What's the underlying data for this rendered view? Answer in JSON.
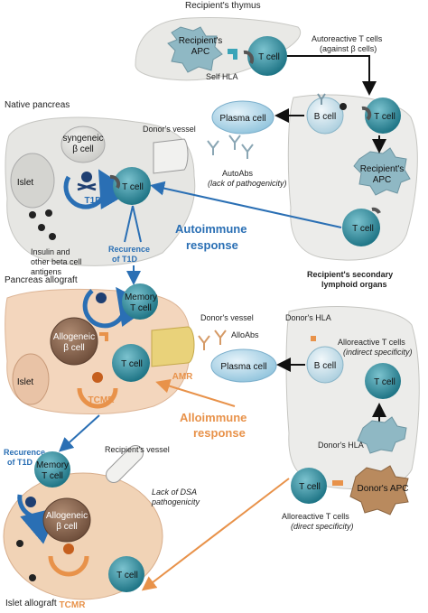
{
  "thymus": {
    "title": "Recipient's thymus",
    "apc_line1": "Recipient's",
    "apc_line2": "APC",
    "self_hla": "Self HLA",
    "t_cell": "T cell",
    "autoreactive_line1": "Autoreactive T cells",
    "autoreactive_line2": "(against β cells)"
  },
  "native_pancreas": {
    "title": "Native pancreas",
    "syngeneic_line1": "syngeneic",
    "syngeneic_line2": "β cell",
    "islet": "Islet",
    "t1d": "T1D",
    "t_cell": "T cell",
    "donor_vessel": "Donor's vessel",
    "antigens_line1": "Insulin and",
    "antigens_line2": "other beta cell",
    "antigens_line3": "antigens"
  },
  "auto_lymphoid": {
    "plasma_cell": "Plasma cell",
    "b_cell": "B cell",
    "t_cell_top": "T cell",
    "recipient_apc_line1": "Recipient's",
    "recipient_apc_line2": "APC",
    "t_cell_bottom": "T cell",
    "autoabs": "AutoAbs",
    "autoabs_note": "(lack of pathogenicity)"
  },
  "autoimmune": {
    "line1": "Autoimmune",
    "line2": "response",
    "recurrence_line1": "Recurence",
    "recurrence_line2": "of T1D"
  },
  "lymphoid_organs": {
    "line1": "Recipient's secondary",
    "line2": "lymphoid organs"
  },
  "pancreas_allograft": {
    "title": "Pancreas allograft",
    "memory_line1": "Memory",
    "memory_line2": "T cell",
    "allogenic_line1": "Allogeneic",
    "allogenic_line2": "β cell",
    "islet": "Islet",
    "t_cell": "T cell",
    "tcmr": "TCMR",
    "amr": "AMR",
    "donor_vessel": "Donor's vessel",
    "alloabs": "AlloAbs"
  },
  "allo_lymphoid": {
    "donor_hla_top": "Donor's HLA",
    "plasma_cell": "Plasma cell",
    "b_cell": "B cell",
    "alloreactive_line1": "Alloreactive T cells",
    "alloreactive_line2": "(indirect specificity)",
    "t_cell_right": "T cell",
    "donor_hla_mid": "Donor's HLA",
    "t_cell_bottom": "T cell",
    "donor_apc": "Donor's APC",
    "direct_line1": "Alloreactive T cells",
    "direct_line2": "(direct specificity)"
  },
  "alloimmune": {
    "line1": "Alloimmune",
    "line2": "response",
    "recurrence_line1": "Recurence",
    "recurrence_line2": "of T1D"
  },
  "islet_allograft": {
    "title": "Islet allograft",
    "memory_line1": "Memory",
    "memory_line2": "T cell",
    "allogenic_line1": "Allogeneic",
    "allogenic_line2": "β cell",
    "t_cell": "T cell",
    "tcmr": "TCMR",
    "recipient_vessel": "Recipient's vessel",
    "dsa_line1": "Lack of DSA",
    "dsa_line2": "pathogenicity"
  },
  "colors": {
    "t_cell": "#2f8fa0",
    "autoimmune_blue": "#2a6fb4",
    "alloimmune_orange": "#e8924a",
    "tissue_grey": "#e6e6e3",
    "pancreas_allograft": "#f3d6bd",
    "amr_vessel": "#e9d27a",
    "donor_apc": "#b98a5e",
    "beta_cell": "#8a6a55"
  }
}
